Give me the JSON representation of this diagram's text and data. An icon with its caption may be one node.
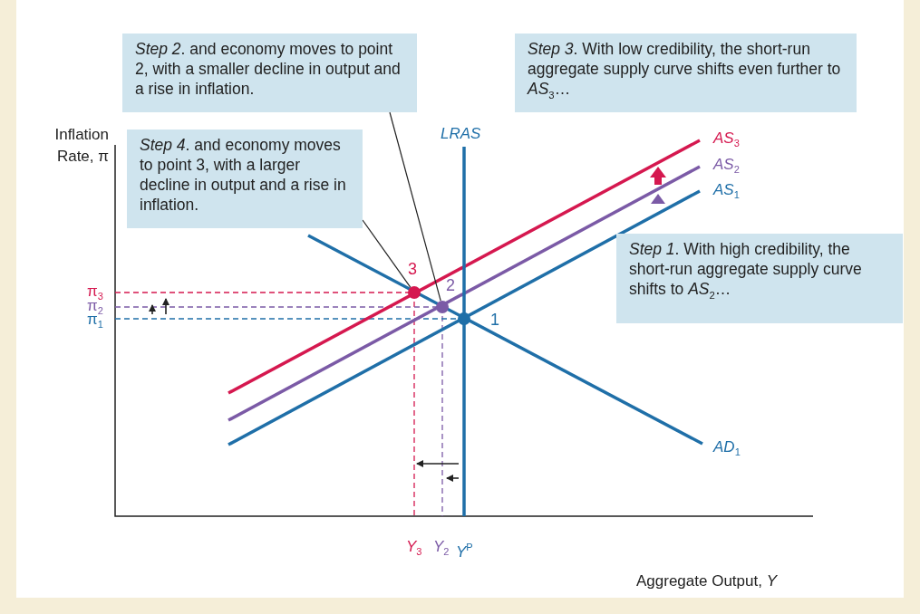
{
  "diagram": {
    "nodes": [
      {
        "text": [
          "*Step 2*. and economy moves to point 2, with a smaller decline in output and a rise in inflation."
        ]
      },
      {
        "text": [
          "*Step 3*. With low credibility, the short-run aggregate supply curve shifts even further to *AS*$_{3}$…"
        ]
      },
      {
        "text": [
          "*Step 4*. and economy moves to point 3, with a larger decline in output and a rise in inflation."
        ]
      },
      {
        "text": [
          "*Step 1*. With high credibility, the short-run aggregate supply curve shifts to *AS*$_{2}$…"
        ]
      },
      {
        "text": [],
        "shape": "circle",
        "beside": [
          "3"
        ]
      },
      {
        "text": [],
        "shape": "circle",
        "beside": [
          "2"
        ]
      }
    ],
    "edges": [
      {
        "from": 0,
        "to": 5,
        "arrow": "none"
      },
      {
        "from": 2,
        "to": 4,
        "arrow": "none"
      }
    ],
    "labels": [
      "Inflation Rate, π",
      "LRAS",
      "*AS*$_{3}$",
      "*AS*$_{2}$",
      "*AS*$_{1}$",
      "π$_{3}$",
      "π$_{2}$",
      "π$_{1}$",
      "1",
      "*AD*$_{1}$",
      "*Y*$_{3}$",
      "*Y*$_{2}$",
      "*Y*$^{P}$",
      "Aggregate Output, *Y*"
    ]
  }
}
